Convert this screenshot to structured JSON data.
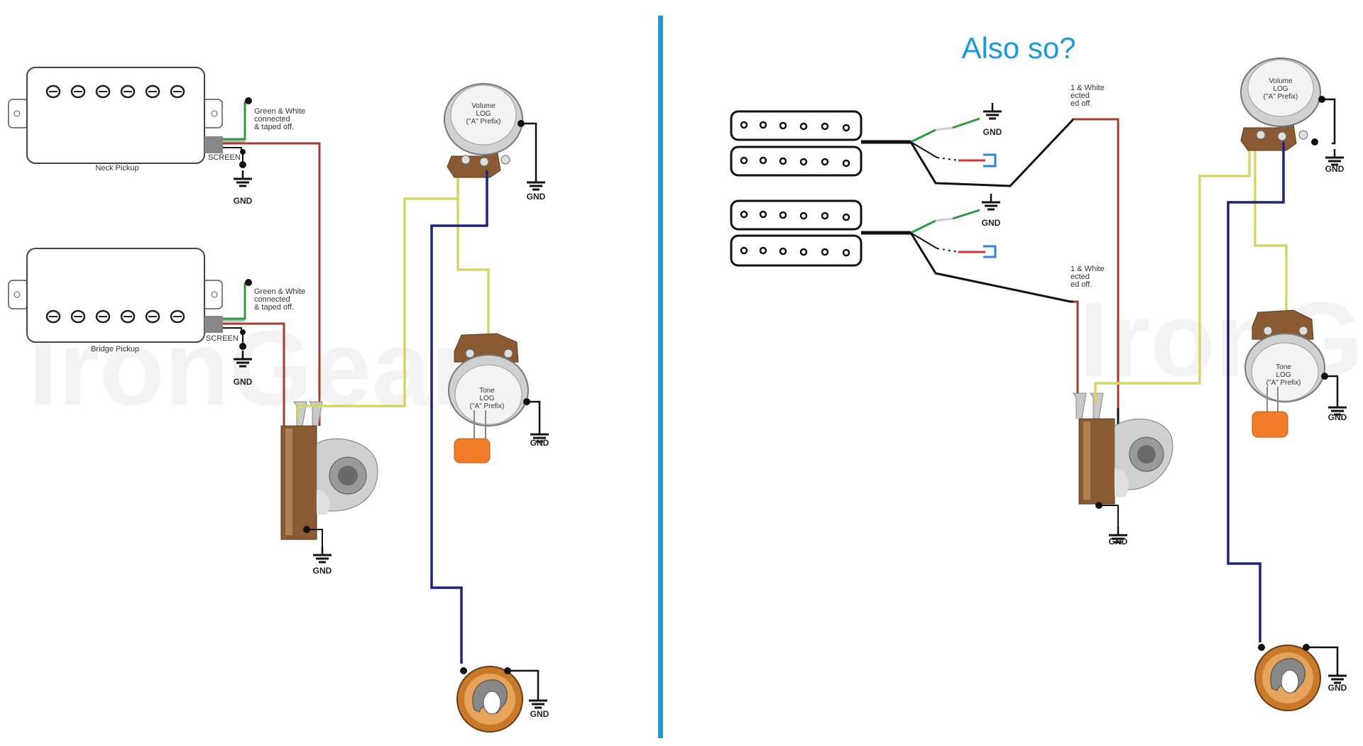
{
  "title": "Also so?",
  "watermark": "IronGear",
  "left": {
    "neck_pickup": "Neck Pickup",
    "bridge_pickup": "Bridge Pickup",
    "note_line1": "Green & White",
    "note_line2": "connected",
    "note_line3": "& taped off.",
    "screen": "SCREEN",
    "gnd": "GND",
    "volume": [
      "Volume",
      "LOG",
      "(\"A\" Prefix)"
    ],
    "tone": [
      "Tone",
      "LOG",
      "(\"A\" Prefix)"
    ]
  },
  "right": {
    "note_line1": "1 & White",
    "note_line2": "ected",
    "note_line3": "ed off.",
    "gnd": "GND",
    "volume": [
      "Volume",
      "LOG",
      "(\"A\" Prefix)"
    ],
    "tone": [
      "Tone",
      "LOG",
      "(\"A\" Prefix)"
    ]
  },
  "colors": {
    "divider": "#1a9ad6",
    "hot_wire": "#a33b2f",
    "signal_wire": "#d8d36a",
    "output_wire": "#1d237a",
    "ground_green": "#2e9a3c",
    "pot_body": "#8a5a32",
    "capacitor": "#f07c2a"
  }
}
